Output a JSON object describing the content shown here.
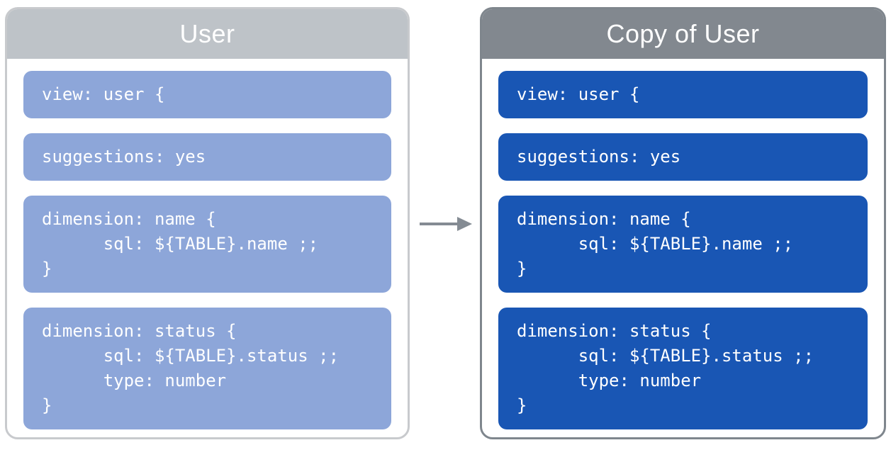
{
  "colors": {
    "background": "#ffffff",
    "left_header_bg": "#bec3c8",
    "left_panel_border": "#c8cacd",
    "left_block_bg": "#8da6d9",
    "right_header_bg": "#82888f",
    "right_panel_border": "#7f868d",
    "right_block_bg": "#1956b4",
    "code_text": "#ffffff",
    "title_text": "#ffffff",
    "arrow": "#848b93"
  },
  "left_panel": {
    "title": "User",
    "blocks": [
      {
        "code": [
          "view: user {"
        ]
      },
      {
        "code": [
          "suggestions: yes"
        ]
      },
      {
        "code": [
          "dimension: name {",
          "      sql: ${TABLE}.name ;;",
          "}"
        ]
      },
      {
        "code": [
          "dimension: status {",
          "      sql: ${TABLE}.status ;;",
          "      type: number",
          "}"
        ]
      }
    ]
  },
  "right_panel": {
    "title": "Copy of User",
    "blocks": [
      {
        "code": [
          "view: user {"
        ]
      },
      {
        "code": [
          "suggestions: yes"
        ]
      },
      {
        "code": [
          "dimension: name {",
          "      sql: ${TABLE}.name ;;",
          "}"
        ]
      },
      {
        "code": [
          "dimension: status {",
          "      sql: ${TABLE}.status ;;",
          "      type: number",
          "}"
        ]
      }
    ]
  }
}
